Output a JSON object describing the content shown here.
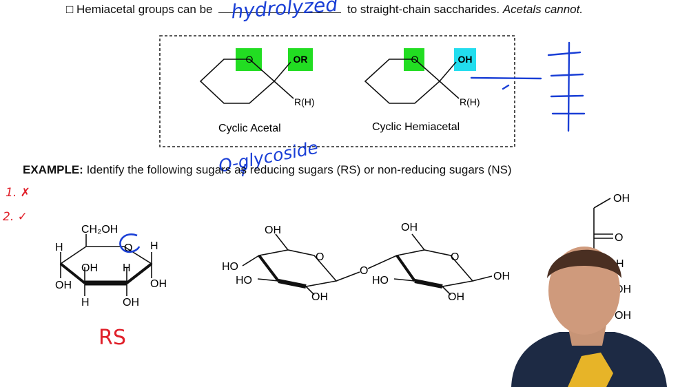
{
  "top_statement": {
    "checkbox": "□",
    "part1": "Hemiacetal groups can be",
    "handwritten_blank": "hydrolyzed",
    "part2": "to straight-chain saccharides.",
    "part3_italic": "Acetals cannot."
  },
  "box": {
    "acetal": {
      "ring_o": "O",
      "substituent": "OR",
      "group": "R(H)",
      "caption": "Cyclic Acetal"
    },
    "hemiacetal": {
      "ring_o": "O",
      "substituent": "OH",
      "group": "R(H)",
      "caption": "Cyclic Hemiacetal"
    },
    "highlight_colors": {
      "green": "#22dd22",
      "cyan": "#22ddee"
    }
  },
  "annotations": {
    "o_glycoside": "O-glycoside",
    "list_1": "1. ✗",
    "list_2": "2. ✓",
    "rs": "RS"
  },
  "example": {
    "label": "EXAMPLE:",
    "text": "Identify the following sugars as reducing sugars (RS) or non-reducing sugars (NS)"
  },
  "sugar1": {
    "ch2oh": "CH₂OH",
    "ring_o": "O",
    "labels": [
      "H",
      "H",
      "OH",
      "H",
      "OH",
      "OH",
      "H",
      "OH"
    ]
  },
  "disaccharide": {
    "labels_left": [
      "OH",
      "HO",
      "HO",
      "OH"
    ],
    "bridge_o": "O",
    "labels_right": [
      "OH",
      "HO",
      "OH",
      "OH"
    ],
    "ring_o_left": "O",
    "ring_o_right": "O"
  },
  "fischer": {
    "top_oh": "OH",
    "carbonyl": "O",
    "row_labels": [
      "H",
      "OH",
      "OH"
    ]
  },
  "colors": {
    "ink_blue": "#1a3fd6",
    "ink_red": "#e0202a"
  }
}
